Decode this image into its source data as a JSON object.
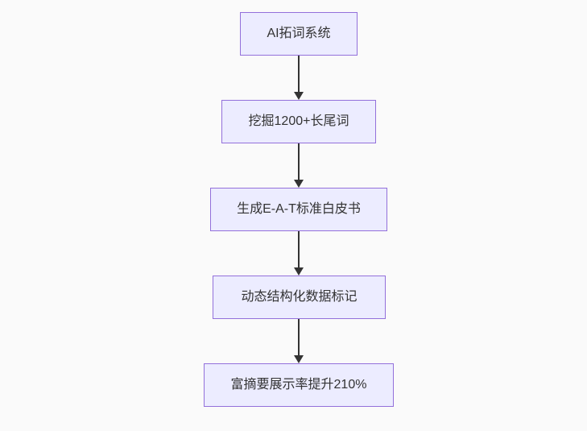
{
  "diagram": {
    "type": "flowchart",
    "direction": "top-down",
    "nodes": [
      {
        "id": "n1",
        "label": "AI拓词系统"
      },
      {
        "id": "n2",
        "label": "挖掘1200+长尾词"
      },
      {
        "id": "n3",
        "label": "生成E-A-T标准白皮书"
      },
      {
        "id": "n4",
        "label": "动态结构化数据标记"
      },
      {
        "id": "n5",
        "label": "富摘要展示率提升210%"
      }
    ],
    "edges": [
      {
        "from": "n1",
        "to": "n2"
      },
      {
        "from": "n2",
        "to": "n3"
      },
      {
        "from": "n3",
        "to": "n4"
      },
      {
        "from": "n4",
        "to": "n5"
      }
    ],
    "colors": {
      "node_fill": "#ECECFF",
      "node_border": "#9370DB",
      "edge": "#333333",
      "text": "#333333",
      "background": "#FAFAFA"
    }
  }
}
